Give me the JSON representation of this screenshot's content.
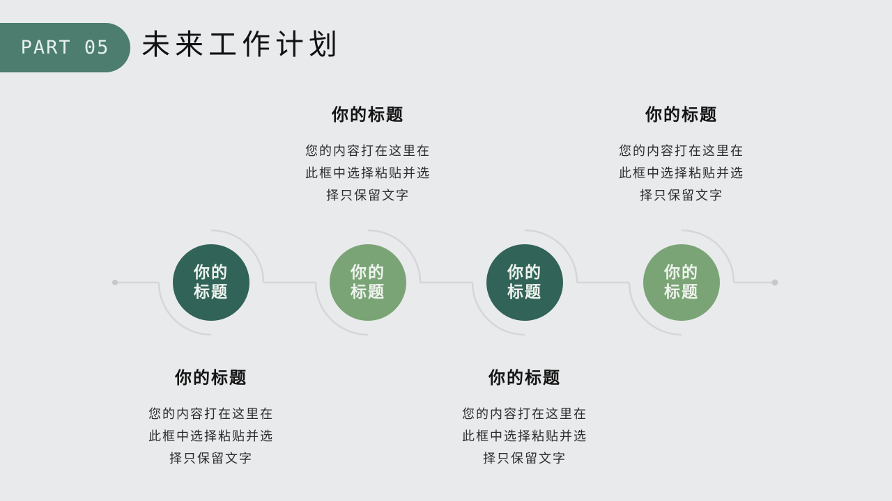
{
  "slide": {
    "part_label": "PART 05",
    "title": "未来工作计划"
  },
  "timeline": {
    "line_color": "#D4D6D7",
    "endpoint_dot_color": "#C6C9CA",
    "steps": [
      {
        "circle_label_lines": [
          "你的",
          "标题"
        ],
        "circle_color": "#316358",
        "text_position": "below",
        "block": {
          "title": "你的标题",
          "body_lines": [
            "您的内容打在这里在",
            "此框中选择粘贴并选",
            "择只保留文字"
          ]
        }
      },
      {
        "circle_label_lines": [
          "你的",
          "标题"
        ],
        "circle_color": "#7AA475",
        "text_position": "above",
        "block": {
          "title": "你的标题",
          "body_lines": [
            "您的内容打在这里在",
            "此框中选择粘贴并选",
            "择只保留文字"
          ]
        }
      },
      {
        "circle_label_lines": [
          "你的",
          "标题"
        ],
        "circle_color": "#316358",
        "text_position": "below",
        "block": {
          "title": "你的标题",
          "body_lines": [
            "您的内容打在这里在",
            "此框中选择粘贴并选",
            "择只保留文字"
          ]
        }
      },
      {
        "circle_label_lines": [
          "你的",
          "标题"
        ],
        "circle_color": "#7AA475",
        "text_position": "above",
        "block": {
          "title": "你的标题",
          "body_lines": [
            "您的内容打在这里在",
            "此框中选择粘贴并选",
            "择只保留文字"
          ]
        }
      }
    ]
  },
  "colors": {
    "background": "#E9EAEC",
    "badge": "#4C7D6E",
    "badge_text": "#E7F1ED",
    "slide_title_text": "#121212",
    "dark_circle": "#316358",
    "light_circle": "#7AA475",
    "circle_text": "#EFF3EE",
    "block_title_text": "#141414",
    "body_text": "#2B2B2B",
    "connector_line": "#D4D6D7",
    "endpoint_dot": "#C6C9CA"
  }
}
